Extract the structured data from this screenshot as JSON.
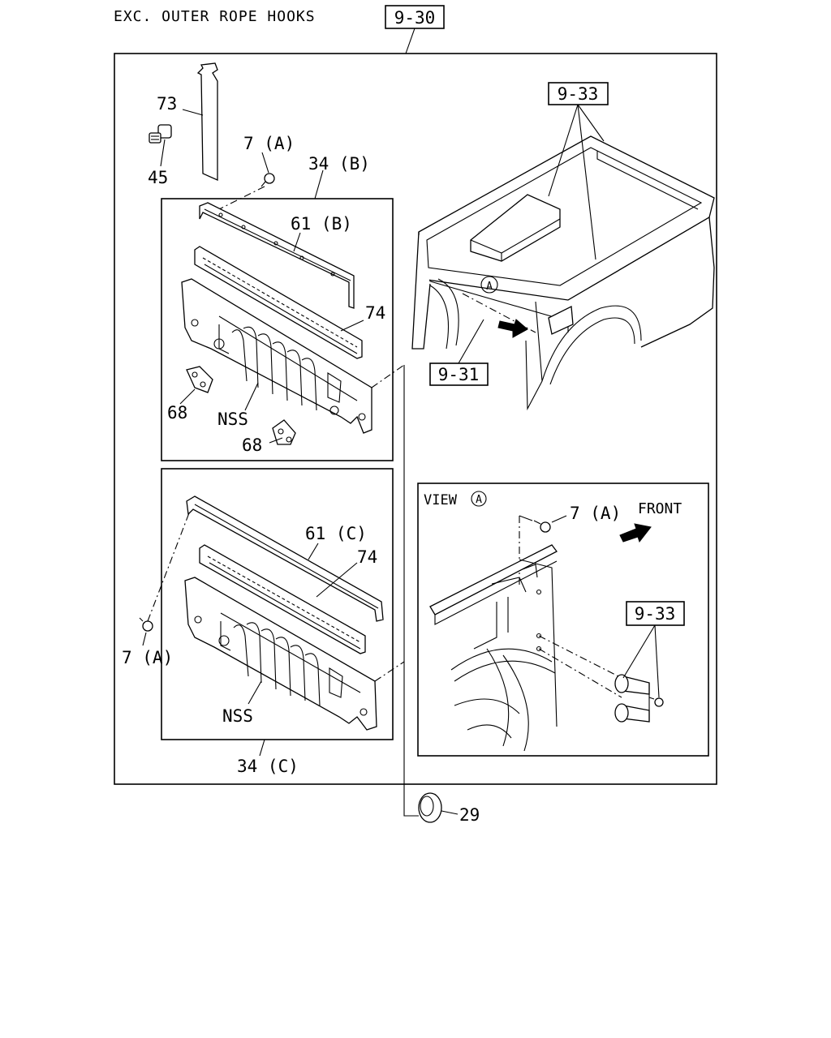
{
  "title": "EXC. OUTER ROPE HOOKS",
  "refs": {
    "main": "9-30",
    "hooks": "9-33",
    "view_hooks": "9-33",
    "bed": "9-31"
  },
  "labels": {
    "p73": "73",
    "p45": "45",
    "p7a_top": "7 (A)",
    "p34b": "34 (B)",
    "p61b": "61 (B)",
    "p74_top": "74",
    "p68_left": "68",
    "nss_top": "NSS",
    "p68_bottom": "68",
    "p61c": "61 (C)",
    "p74_bottom": "74",
    "p7a_left": "7 (A)",
    "nss_bottom": "NSS",
    "p34c": "34 (C)",
    "p29": "29",
    "view_7a": "7 (A)",
    "front": "FRONT",
    "view": "VIEW",
    "view_letter": "A",
    "bed_marker": "A"
  }
}
